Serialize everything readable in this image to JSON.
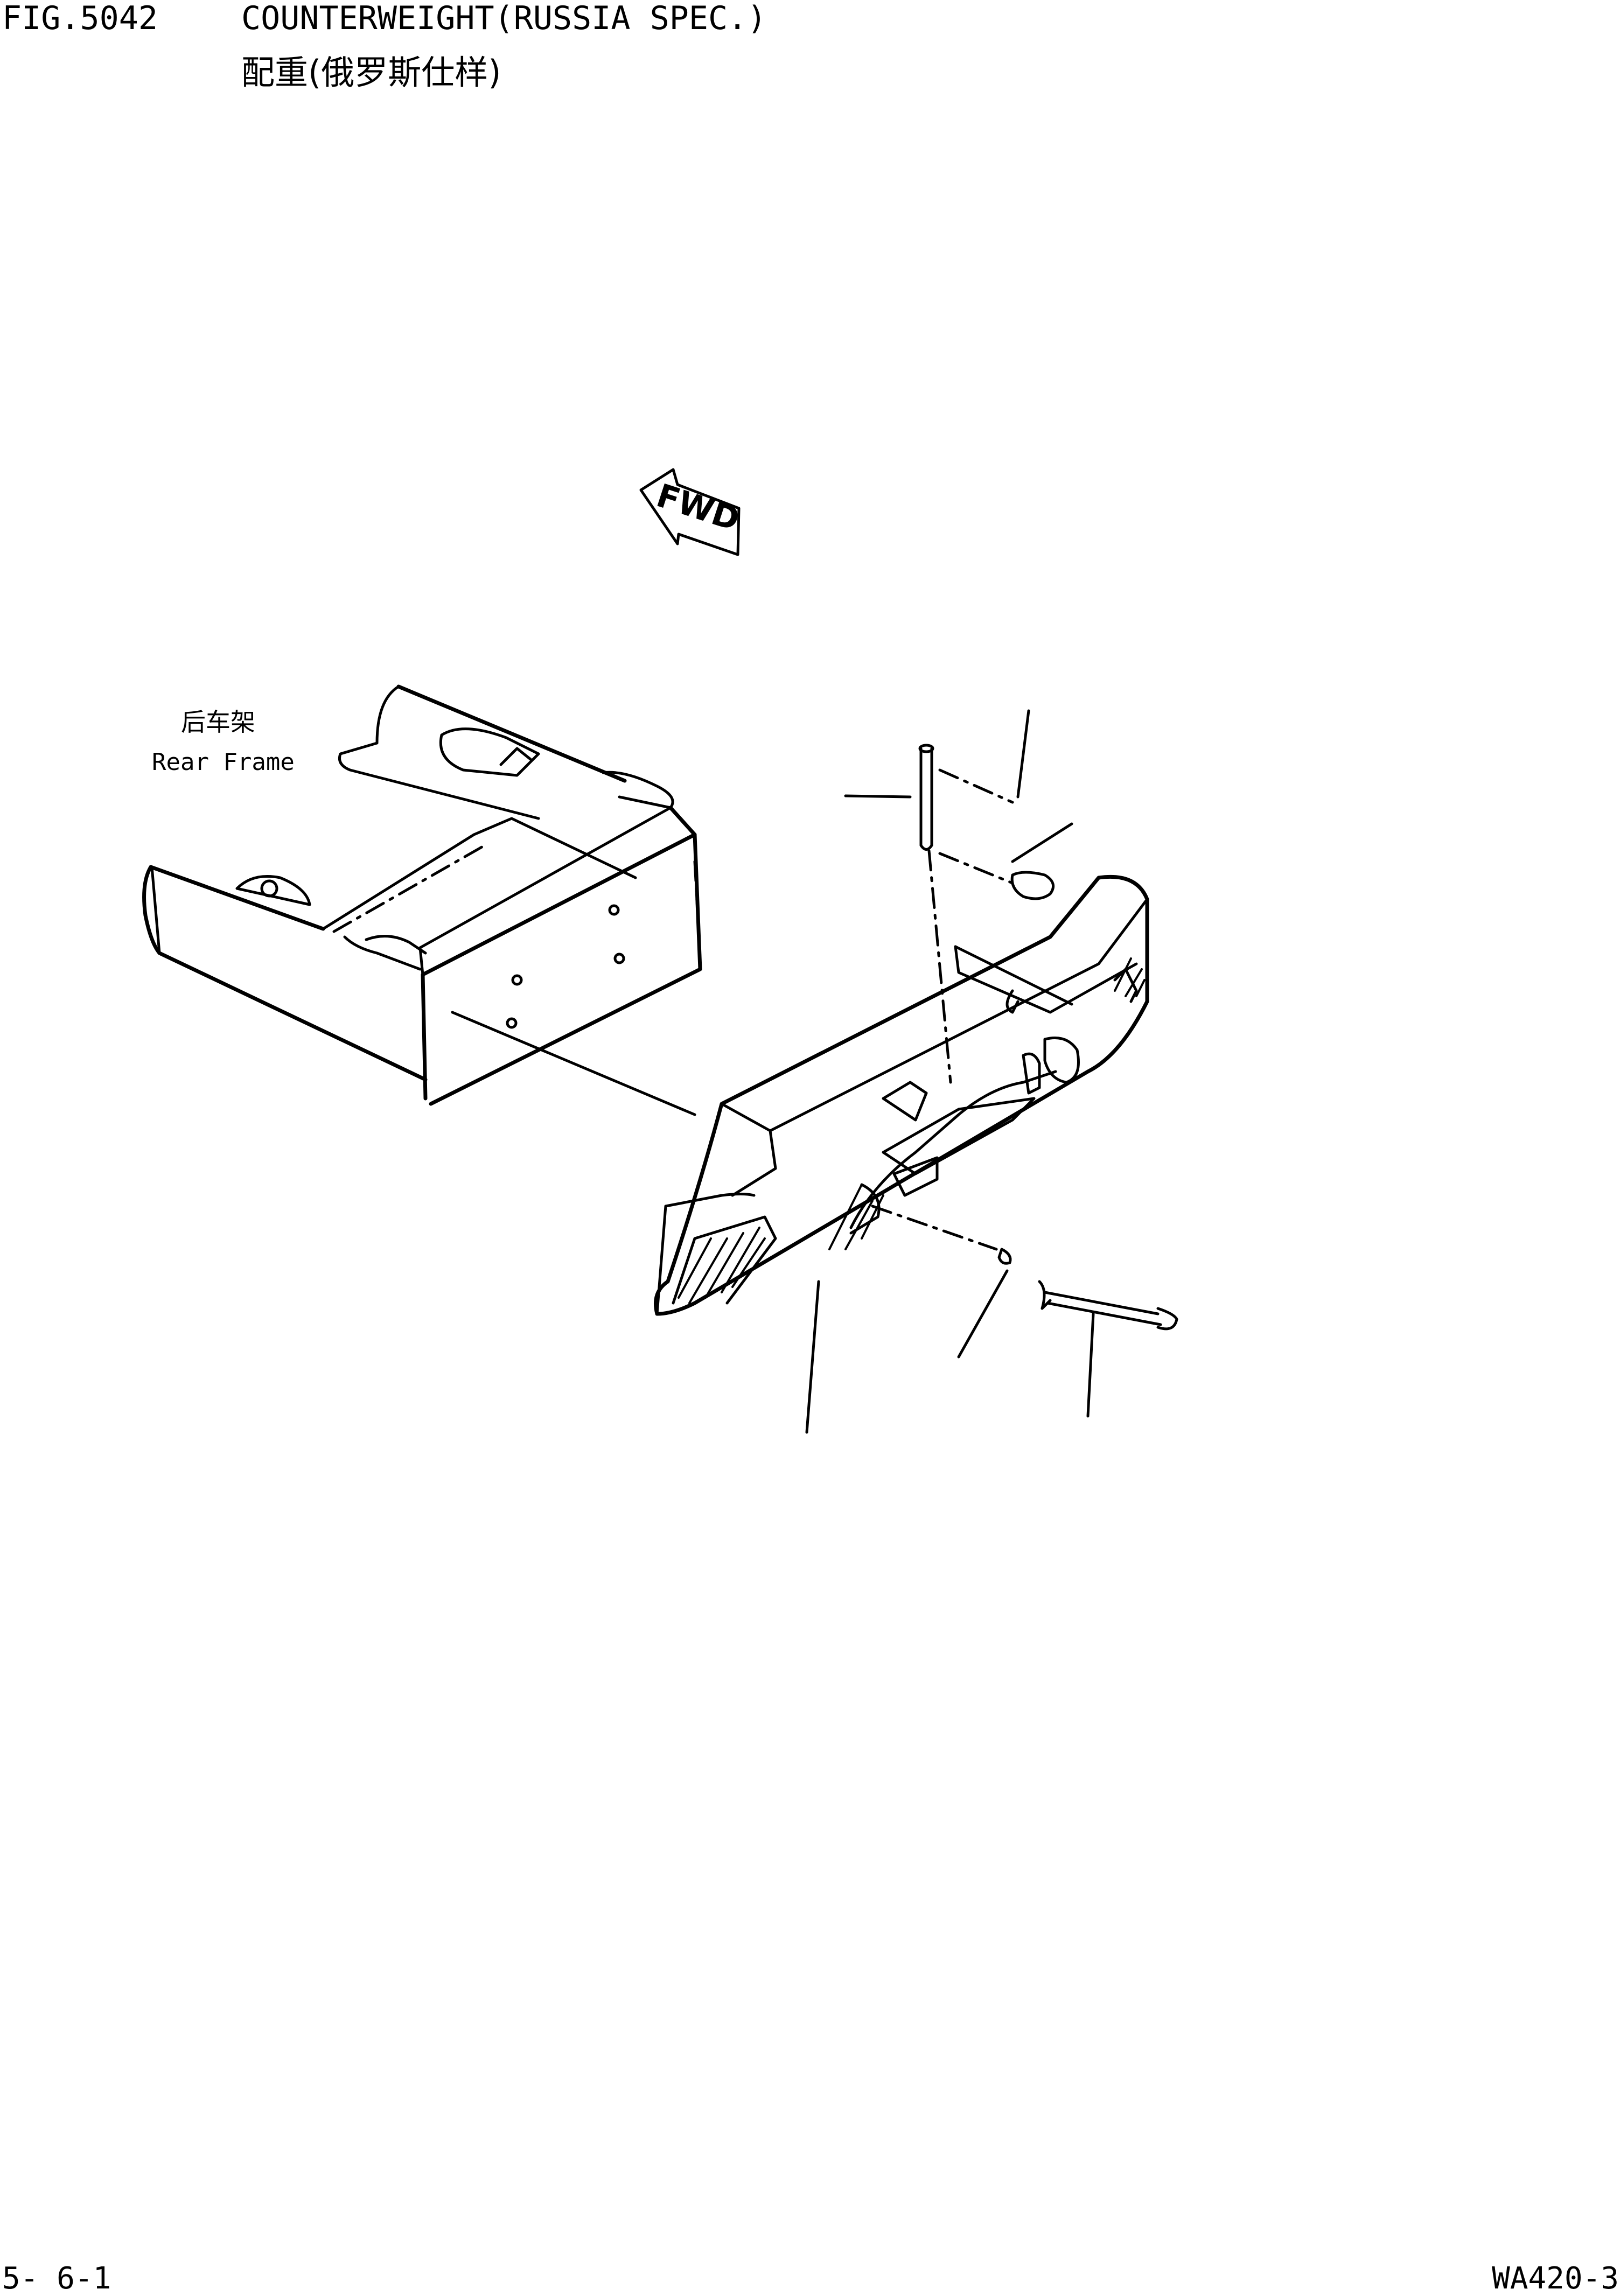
{
  "header": {
    "fig_number": "FIG.5042",
    "title_en": "COUNTERWEIGHT(RUSSIA SPEC.)",
    "title_cn": "配重(俄罗斯仕样)"
  },
  "diagram": {
    "fwd_label": "FWD",
    "rear_frame_cn": "后车架",
    "rear_frame_en": "Rear Frame"
  },
  "footer": {
    "page": "5- 6-1",
    "model": "WA420-3"
  }
}
